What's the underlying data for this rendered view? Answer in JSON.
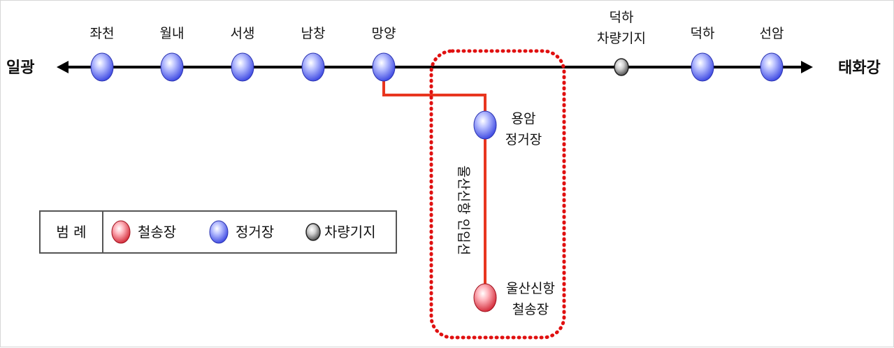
{
  "main_line": {
    "west_terminus": "일광",
    "east_terminus": "태화강",
    "stations": [
      {
        "name": "좌천",
        "kind": "station"
      },
      {
        "name": "월내",
        "kind": "station"
      },
      {
        "name": "서생",
        "kind": "station"
      },
      {
        "name": "남창",
        "kind": "station"
      },
      {
        "name": "망양",
        "kind": "station"
      },
      {
        "name_line1": "덕하",
        "name_line2": "차량기지",
        "kind": "depot"
      },
      {
        "name": "덕하",
        "kind": "station"
      },
      {
        "name": "선암",
        "kind": "station"
      }
    ]
  },
  "branch": {
    "label": "울산신항 인입선",
    "stations": [
      {
        "name_line1": "용암",
        "name_line2": "정거장",
        "kind": "station"
      },
      {
        "name_line1": "울산신항",
        "name_line2": "철송장",
        "kind": "freight"
      }
    ]
  },
  "legend": {
    "title": "범 례",
    "items": [
      {
        "label": "철송장",
        "kind": "freight"
      },
      {
        "label": "정거장",
        "kind": "station"
      },
      {
        "label": "차량기지",
        "kind": "depot"
      }
    ]
  },
  "colors": {
    "line": "#000000",
    "branch_line": "#e8361f",
    "highlight_box": "#e01010",
    "station_fill": "#4a55e6",
    "freight_fill": "#d9283a",
    "depot_fill": "#555555"
  }
}
